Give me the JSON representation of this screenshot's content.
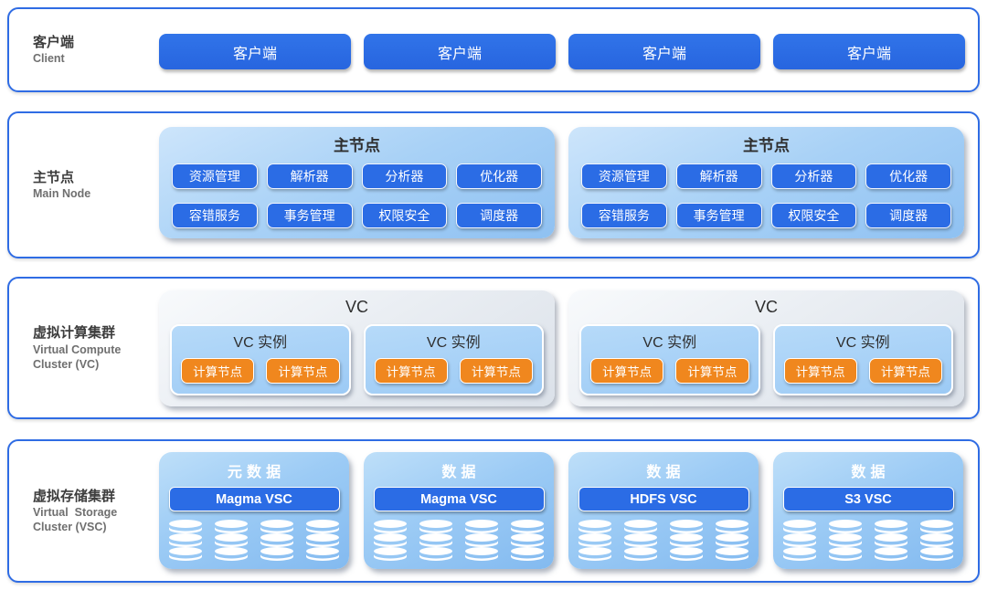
{
  "colors": {
    "border_blue": "#2f6ce4",
    "button_blue": "#2b6ce5",
    "accent_orange": "#f0871e",
    "panel_light_blue": "#a8d1f6",
    "vc_panel_gray": "#e9edf2",
    "storage_panel_blue": "#9ccbf5"
  },
  "client": {
    "label_zh": "客户端",
    "label_en": "Client",
    "buttons": [
      "客户端",
      "客户端",
      "客户端",
      "客户端"
    ]
  },
  "main_node": {
    "label_zh": "主节点",
    "label_en": "Main Node",
    "panels": [
      {
        "header": "主节点",
        "buttons": [
          "资源管理",
          "解析器",
          "分析器",
          "优化器",
          "容错服务",
          "事务管理",
          "权限安全",
          "调度器"
        ]
      },
      {
        "header": "主节点",
        "buttons": [
          "资源管理",
          "解析器",
          "分析器",
          "优化器",
          "容错服务",
          "事务管理",
          "权限安全",
          "调度器"
        ]
      }
    ]
  },
  "compute": {
    "label_zh": "虚拟计算集群",
    "label_en1": "Virtual Compute",
    "label_en2": "Cluster (VC)",
    "panels": [
      {
        "header": "VC",
        "instances": [
          {
            "header": "VC 实例",
            "nodes": [
              "计算节点",
              "计算节点"
            ]
          },
          {
            "header": "VC 实例",
            "nodes": [
              "计算节点",
              "计算节点"
            ]
          }
        ]
      },
      {
        "header": "VC",
        "instances": [
          {
            "header": "VC 实例",
            "nodes": [
              "计算节点",
              "计算节点"
            ]
          },
          {
            "header": "VC 实例",
            "nodes": [
              "计算节点",
              "计算节点"
            ]
          }
        ]
      }
    ]
  },
  "storage": {
    "label_zh": "虚拟存储集群",
    "label_en1": "Virtual  Storage",
    "label_en2": "Cluster (VSC)",
    "panels": [
      {
        "header": "元数据",
        "vsc": "Magma VSC",
        "cylinders": 4
      },
      {
        "header": "数据",
        "vsc": "Magma VSC",
        "cylinders": 4
      },
      {
        "header": "数据",
        "vsc": "HDFS VSC",
        "cylinders": 4
      },
      {
        "header": "数据",
        "vsc": "S3 VSC",
        "cylinders": 4
      }
    ]
  }
}
